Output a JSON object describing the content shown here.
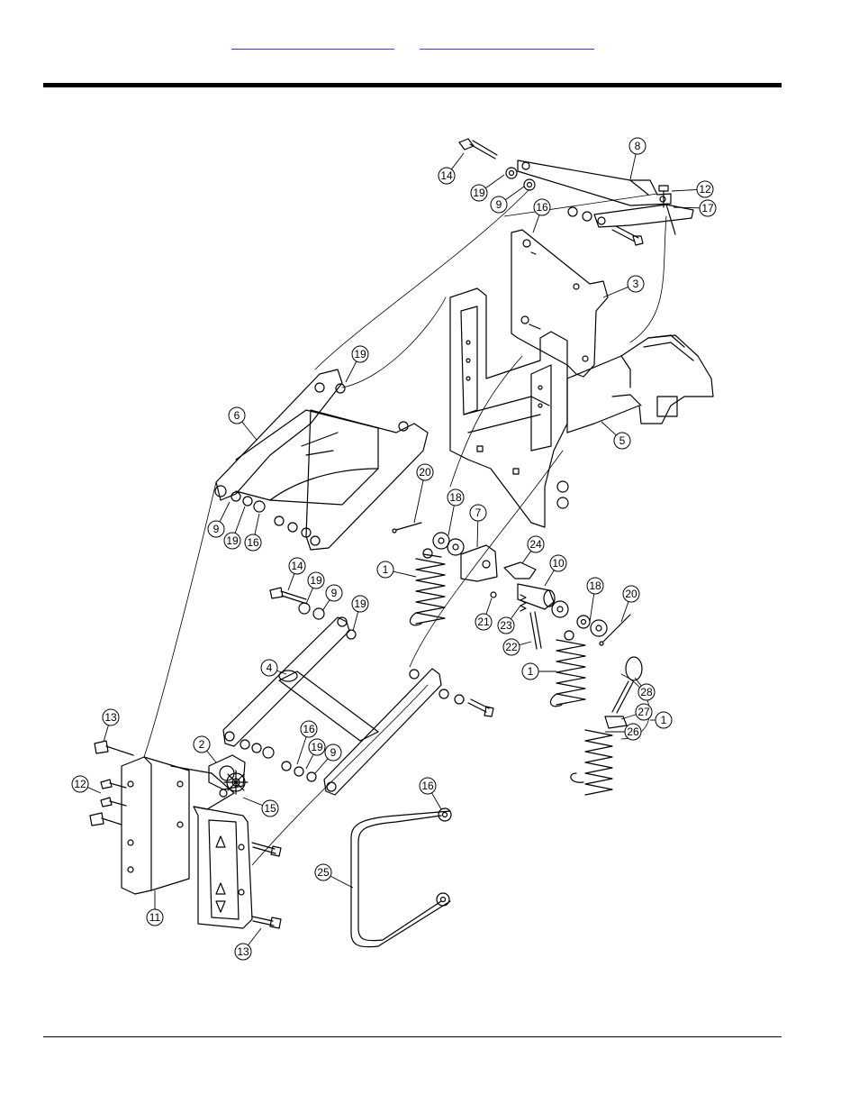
{
  "header": {
    "links": [
      "",
      ""
    ]
  },
  "diagram": {
    "balloons": [
      {
        "id": "b8",
        "label": "8"
      },
      {
        "id": "b14a",
        "label": "14"
      },
      {
        "id": "b19a",
        "label": "19"
      },
      {
        "id": "b9a",
        "label": "9"
      },
      {
        "id": "b12a",
        "label": "12"
      },
      {
        "id": "b17",
        "label": "17"
      },
      {
        "id": "b16a",
        "label": "16"
      },
      {
        "id": "b3",
        "label": "3"
      },
      {
        "id": "b19b",
        "label": "19"
      },
      {
        "id": "b6",
        "label": "6"
      },
      {
        "id": "b5",
        "label": "5"
      },
      {
        "id": "b20a",
        "label": "20"
      },
      {
        "id": "b18a",
        "label": "18"
      },
      {
        "id": "b7",
        "label": "7"
      },
      {
        "id": "b9b",
        "label": "9"
      },
      {
        "id": "b19c",
        "label": "19"
      },
      {
        "id": "b16b",
        "label": "16"
      },
      {
        "id": "b24",
        "label": "24"
      },
      {
        "id": "b10",
        "label": "10"
      },
      {
        "id": "b1a",
        "label": "1"
      },
      {
        "id": "b14b",
        "label": "14"
      },
      {
        "id": "b19d",
        "label": "19"
      },
      {
        "id": "b9c",
        "label": "9"
      },
      {
        "id": "b19e",
        "label": "19"
      },
      {
        "id": "b18b",
        "label": "18"
      },
      {
        "id": "b20b",
        "label": "20"
      },
      {
        "id": "b21",
        "label": "21"
      },
      {
        "id": "b23",
        "label": "23"
      },
      {
        "id": "b22",
        "label": "22"
      },
      {
        "id": "b1b",
        "label": "1"
      },
      {
        "id": "b4",
        "label": "4"
      },
      {
        "id": "b28",
        "label": "28"
      },
      {
        "id": "b27",
        "label": "27"
      },
      {
        "id": "b1c",
        "label": "1"
      },
      {
        "id": "b26",
        "label": "26"
      },
      {
        "id": "b13a",
        "label": "13"
      },
      {
        "id": "b2",
        "label": "2"
      },
      {
        "id": "b16c",
        "label": "16"
      },
      {
        "id": "b19f",
        "label": "19"
      },
      {
        "id": "b9d",
        "label": "9"
      },
      {
        "id": "b12b",
        "label": "12"
      },
      {
        "id": "b15",
        "label": "15"
      },
      {
        "id": "b16d",
        "label": "16"
      },
      {
        "id": "b25",
        "label": "25"
      },
      {
        "id": "b11",
        "label": "11"
      },
      {
        "id": "b13b",
        "label": "13"
      }
    ]
  }
}
